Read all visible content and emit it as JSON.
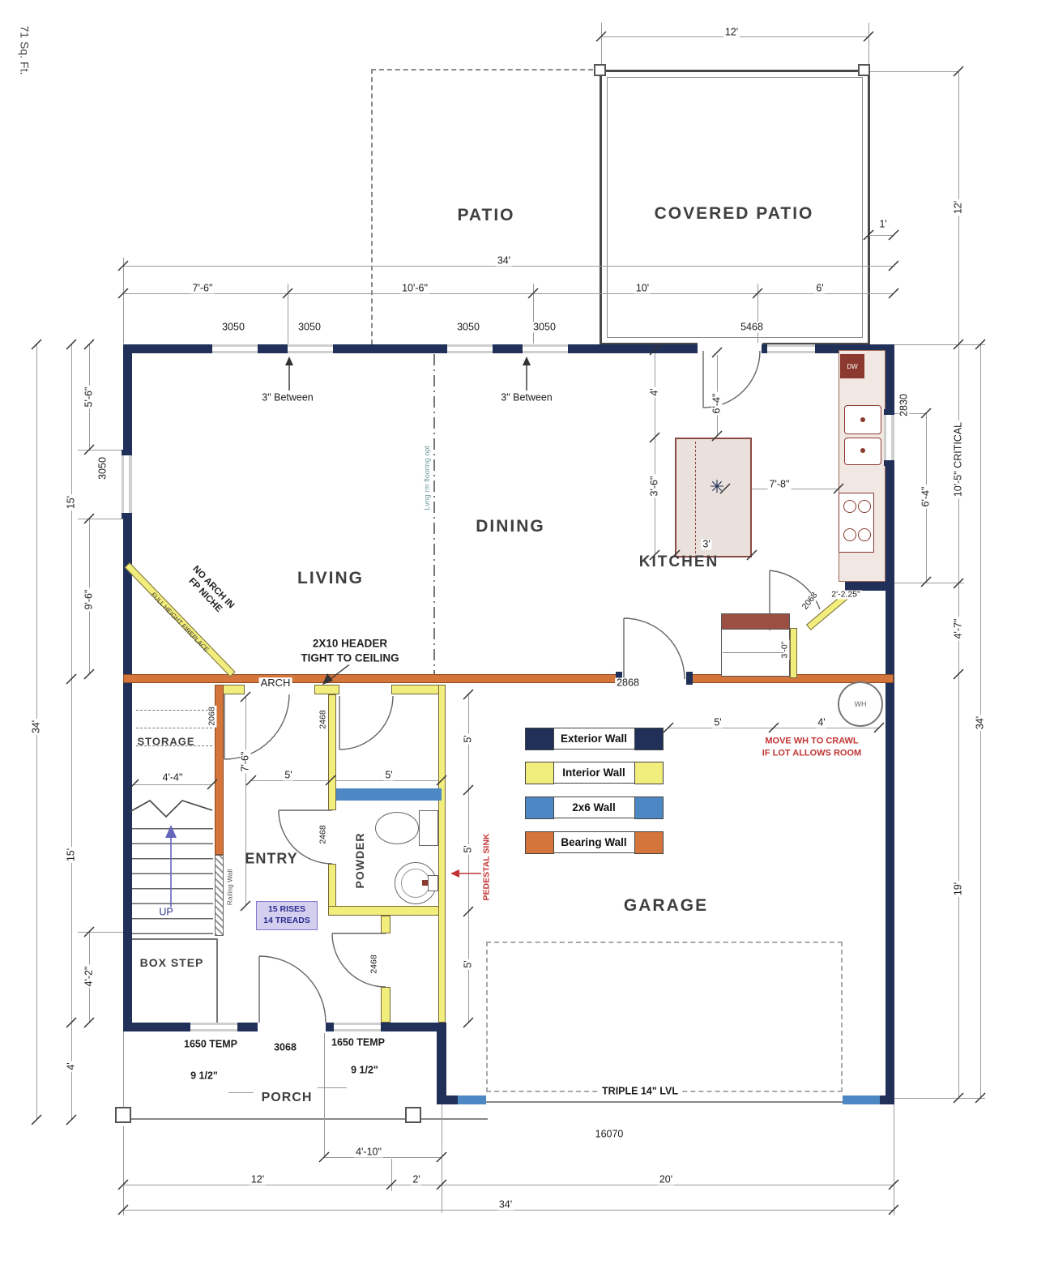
{
  "note_sqft": "71 Sq. Ft.",
  "rooms": {
    "patio": "PATIO",
    "covered_patio": "COVERED PATIO",
    "living": "LIVING",
    "dining": "DINING",
    "kitchen": "KITCHEN",
    "entry": "ENTRY",
    "powder": "POWDER",
    "storage": "STORAGE",
    "garage": "GARAGE",
    "porch": "PORCH",
    "box_step": "BOX STEP"
  },
  "legend": {
    "exterior": {
      "label": "Exterior Wall",
      "color": "#203058"
    },
    "interior": {
      "label": "Interior Wall",
      "color": "#f2ee7d"
    },
    "wall2x6": {
      "label": "2x6 Wall",
      "color": "#4d88c4"
    },
    "bearing": {
      "label": "Bearing Wall",
      "color": "#d4763b"
    }
  },
  "windows": {
    "w3050_1": "3050",
    "w3050_2": "3050",
    "w3050_3": "3050",
    "w3050_4": "3050",
    "w5468": "5468",
    "w2830": "2830",
    "w3050_left": "3050",
    "w1650_left": "1650 TEMP",
    "w1650_right": "1650 TEMP",
    "garage_opening": "16070"
  },
  "doors": {
    "d2868": "2868",
    "d2068_stairs": "2068",
    "d2068_pantry": "2068",
    "d2468_hall": "2468",
    "d2468_powder": "2468",
    "d2468_closet": "2468",
    "d3068": "3068"
  },
  "dims": {
    "cp_top_12": "12'",
    "cp_right_12": "12'",
    "cp_offset_1": "1'",
    "top_34": "34'",
    "t_7_6": "7'-6\"",
    "t_10_6": "10'-6\"",
    "t_10": "10'",
    "t_6": "6'",
    "l_5_6": "5'-6\"",
    "l_15a": "15'",
    "l_9_6": "9'-6\"",
    "l_34": "34'",
    "l_15b": "15'",
    "l_4_2": "4'-2\"",
    "l_4": "4'",
    "r_10_5": "10'-5\" CRITICAL",
    "r_6_4": "6'-4\"",
    "r_4_7": "4'-7\"",
    "r_34": "34'",
    "r_19": "19'",
    "k_4": "4'",
    "k_3_6": "3'-6\"",
    "k_7_8": "7'-8\"",
    "k_3": "3'",
    "k_6_4": "6'-4\"",
    "k_2_2": "2'-2.25\"",
    "k_3_0": "3'-0\"",
    "e_7_6": "7'-6\"",
    "e_4_4": "4'-4\"",
    "e_5a": "5'",
    "e_5b": "5'",
    "g_5a": "5'",
    "g_5b": "5'",
    "g_5c": "5'",
    "wh_5": "5'",
    "wh_4": "4'",
    "b_4_10": "4'-10\"",
    "b_12": "12'",
    "b_2": "2'",
    "b_20": "20'",
    "b_34": "34'",
    "p_9h_a": "9 1/2\"",
    "p_9h_b": "9 1/2\""
  },
  "notes": {
    "arch": "ARCH",
    "header1": "2X10 HEADER",
    "header2": "TIGHT TO CEILING",
    "no_arch_1": "NO ARCH IN",
    "no_arch_2": "FP NICHE",
    "fireplace": "FULL HEIGHT FIREPLACE",
    "between_a": "3\" Between",
    "between_b": "3\" Between",
    "rises": "15 RISES",
    "treads": "14 TREADS",
    "up": "UP",
    "railing": "Railing Wall",
    "pedestal": "PEDESTAL SINK",
    "wh": "WH",
    "wh_note1": "MOVE WH TO CRAWL",
    "wh_note2": "IF LOT ALLOWS ROOM",
    "triple_lvl": "TRIPLE 14\" LVL",
    "flooring": "Lvng rm flooring opt",
    "dw": "DW"
  }
}
